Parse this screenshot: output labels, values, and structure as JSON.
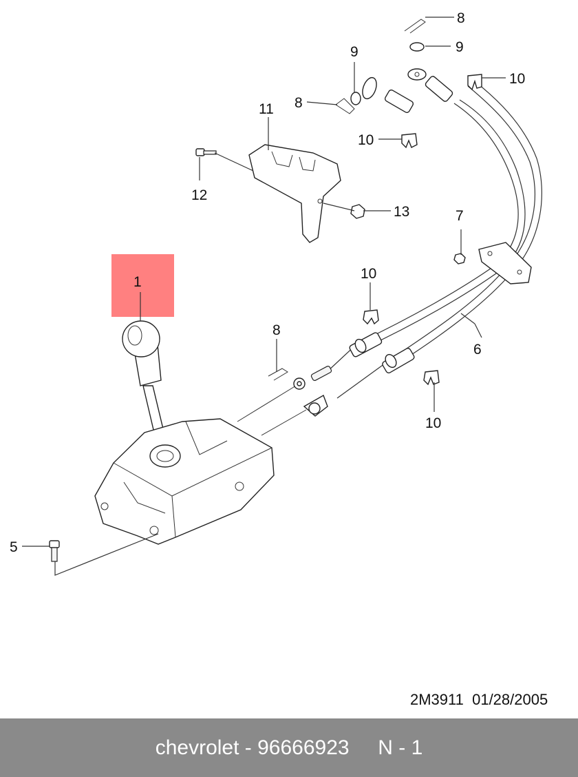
{
  "diagram": {
    "callouts": {
      "c1": "1",
      "c5": "5",
      "c6": "6",
      "c7": "7",
      "c8_top": "8",
      "c8_left": "8",
      "c8_mid": "8",
      "c9_top": "9",
      "c9_right": "9",
      "c10_a": "10",
      "c10_b": "10",
      "c10_c": "10",
      "c10_d": "10",
      "c11": "11",
      "c12": "12",
      "c13": "13"
    },
    "highlight_color": "#ff8080"
  },
  "drawing_code": "2M3911  01/28/2005",
  "footer": {
    "text": "chevrolet - 96666923     N - 1",
    "background": "#8a8a8a"
  }
}
